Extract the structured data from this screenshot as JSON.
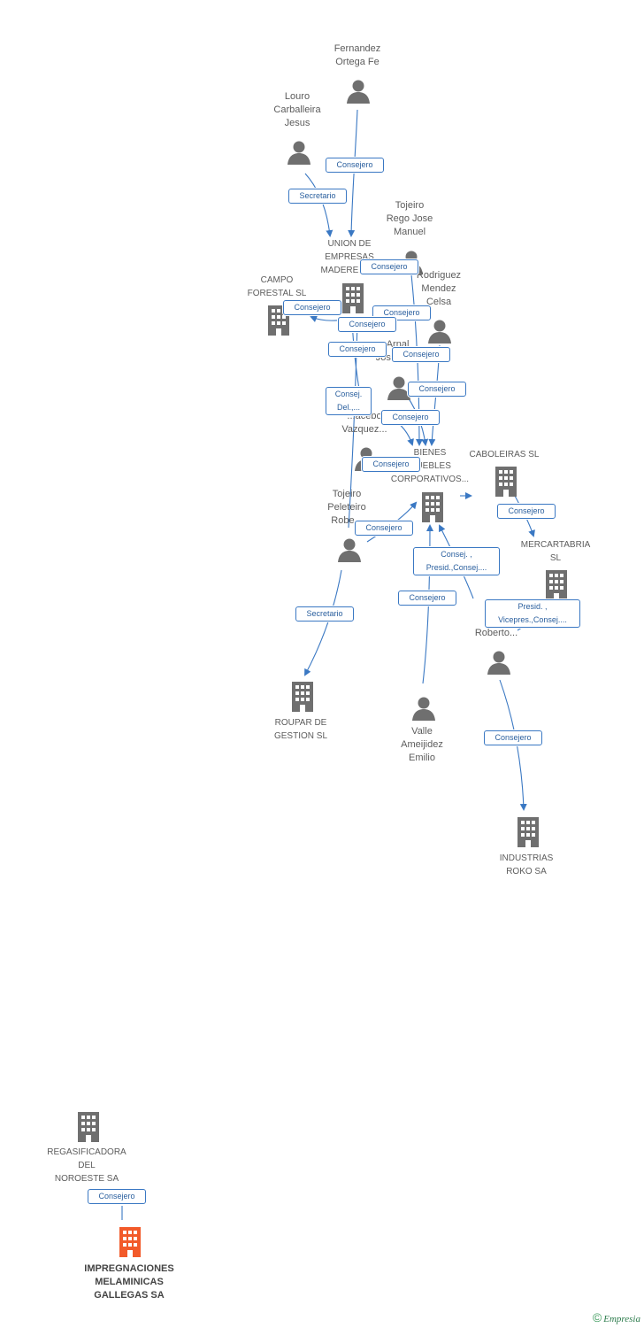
{
  "colors": {
    "edge": "#3a78c3",
    "icon": "#6f6f6f",
    "focus": "#f25a2a"
  },
  "people": [
    {
      "id": "fernandez",
      "label": "Fernandez\nOrtega Fe"
    },
    {
      "id": "louro",
      "label": "Louro\nCarballeira\nJesus"
    },
    {
      "id": "tojeiro_rego",
      "label": "Tojeiro\nRego Jose\nManuel"
    },
    {
      "id": "rodriguez",
      "label": "Rodriguez\nMendez\nCelsa"
    },
    {
      "id": "arnal",
      "label": "...z Arnal\nJose..."
    },
    {
      "id": "acebo",
      "label": "...a-\n...acebo\nVazquez..."
    },
    {
      "id": "tojeiro_peleteiro",
      "label": "Tojeiro\nPeleteiro\nRobe..."
    },
    {
      "id": "roberto",
      "label": "T...\nRo...\nRoberto..."
    },
    {
      "id": "valle",
      "label": "Valle\nAmeijidez\nEmilio"
    }
  ],
  "companies": [
    {
      "id": "union",
      "label": "UNION DE\nEMPRESAS\nMADERERA..."
    },
    {
      "id": "campo",
      "label": "CAMPO\nFORESTAL SL"
    },
    {
      "id": "bienes",
      "label": "BIENES\nMUEBLES\nCORPORATIVOS..."
    },
    {
      "id": "caboleiras",
      "label": "CABOLEIRAS SL"
    },
    {
      "id": "mercartabria",
      "label": "MERCARTABRIA\nSL"
    },
    {
      "id": "roupar",
      "label": "ROUPAR DE\nGESTION SL"
    },
    {
      "id": "industrias",
      "label": "INDUSTRIAS\nROKO SA"
    },
    {
      "id": "regasificadora",
      "label": "REGASIFICADORA\nDEL\nNOROESTE SA"
    },
    {
      "id": "impregnaciones",
      "label": "IMPREGNACIONES\nMELAMINICAS\nGALLEGAS SA",
      "focus": true
    }
  ],
  "relations": [
    {
      "id": "r1",
      "label": "Consejero"
    },
    {
      "id": "r2",
      "label": "Secretario"
    },
    {
      "id": "r3",
      "label": "Consejero"
    },
    {
      "id": "r4",
      "label": "Consejero"
    },
    {
      "id": "r5",
      "label": "Consejero"
    },
    {
      "id": "r6",
      "label": "Consejero"
    },
    {
      "id": "r7",
      "label": "Consejero"
    },
    {
      "id": "r8",
      "label": "Consejero"
    },
    {
      "id": "r9",
      "label": "Consej.\nDel.,..."
    },
    {
      "id": "r10",
      "label": "Consejero"
    },
    {
      "id": "r11",
      "label": "Consejero"
    },
    {
      "id": "r12",
      "label": "Consejero"
    },
    {
      "id": "r13",
      "label": "Consejero"
    },
    {
      "id": "r14",
      "label": "Consejero"
    },
    {
      "id": "r15",
      "label": "Consej. ,\nPresid.,Consej...."
    },
    {
      "id": "r16",
      "label": "Consejero"
    },
    {
      "id": "r17",
      "label": "Presid. ,\nVicepres.,Consej...."
    },
    {
      "id": "r18",
      "label": "Secretario"
    },
    {
      "id": "r19",
      "label": "Consejero"
    },
    {
      "id": "r20",
      "label": "Consejero"
    }
  ],
  "footer": {
    "copyright": "©",
    "brand": "Empresia"
  }
}
